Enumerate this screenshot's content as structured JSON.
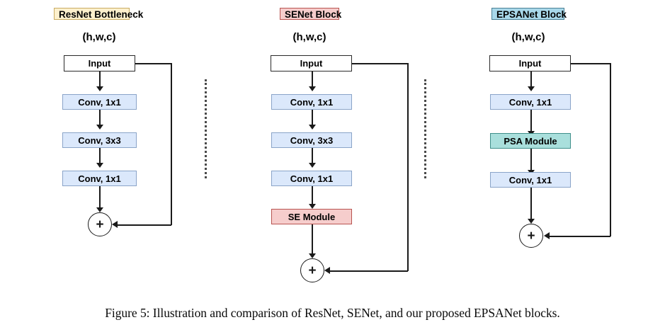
{
  "figure": {
    "caption": "Figure 5: Illustration and comparison of ResNet, SENet, and our proposed EPSANet blocks.",
    "separator_icon": "vertical-dotted-divider",
    "colors": {
      "resnet_banner_bg": "#fdf0cd",
      "resnet_banner_border": "#c9ab62",
      "senet_banner_bg": "#f6cdcc",
      "senet_banner_border": "#b85450",
      "epsanet_banner_bg": "#a9d8ea",
      "epsanet_banner_border": "#4a7f94",
      "conv_box_bg": "#dbe8fb",
      "conv_box_border": "#8aa4c8",
      "se_module_bg": "#f6cdcc",
      "se_module_border": "#b85450",
      "psa_module_bg": "#a9dfdc",
      "psa_module_border": "#3f8f8a",
      "input_box_bg": "#ffffff",
      "line": "#1a1a1a"
    }
  },
  "columns": [
    {
      "id": "resnet",
      "title": "ResNet Bottleneck",
      "shape": "(h,w,c)",
      "input_label": "Input",
      "add_symbol": "+",
      "blocks": [
        {
          "label": "Conv, 1x1",
          "kind": "conv"
        },
        {
          "label": "Conv, 3x3",
          "kind": "conv"
        },
        {
          "label": "Conv, 1x1",
          "kind": "conv"
        }
      ]
    },
    {
      "id": "senet",
      "title": "SENet Block",
      "shape": "(h,w,c)",
      "input_label": "Input",
      "add_symbol": "+",
      "blocks": [
        {
          "label": "Conv, 1x1",
          "kind": "conv"
        },
        {
          "label": "Conv, 3x3",
          "kind": "conv"
        },
        {
          "label": "Conv, 1x1",
          "kind": "conv"
        },
        {
          "label": "SE Module",
          "kind": "se"
        }
      ]
    },
    {
      "id": "epsanet",
      "title": "EPSANet Block",
      "shape": "(h,w,c)",
      "input_label": "Input",
      "add_symbol": "+",
      "blocks": [
        {
          "label": "Conv, 1x1",
          "kind": "conv"
        },
        {
          "label": "PSA Module",
          "kind": "psa"
        },
        {
          "label": "Conv, 1x1",
          "kind": "conv"
        }
      ]
    }
  ]
}
